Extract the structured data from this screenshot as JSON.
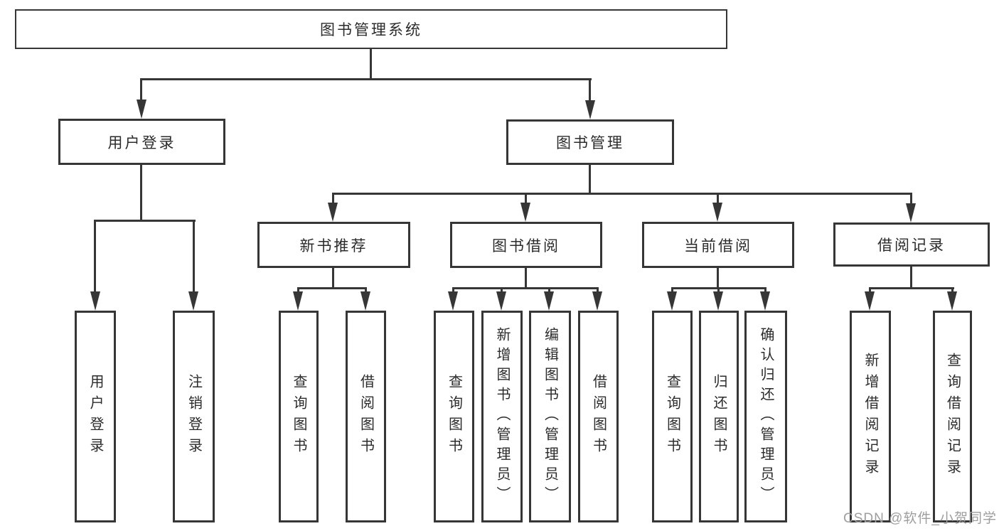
{
  "diagram": {
    "title": "图书管理系统",
    "watermark": "CSDN @软件_小贺同学",
    "colors": {
      "background": "#ffffff",
      "line": "#363636",
      "box_border": "#363636",
      "text": "#2b2b2b",
      "watermark": "#9e9e9e"
    },
    "nodes": {
      "root": {
        "label": "图书管理系统"
      },
      "user_login": {
        "label": "用户登录"
      },
      "book_mgmt": {
        "label": "图书管理"
      },
      "new_book_rec": {
        "label": "新书推荐"
      },
      "book_borrow": {
        "label": "图书借阅"
      },
      "current_borrow": {
        "label": "当前借阅"
      },
      "borrow_records": {
        "label": "借阅记录"
      },
      "leaf_user_login": {
        "label": "用户登录"
      },
      "leaf_logout": {
        "label": "注销登录"
      },
      "leaf_nb_query": {
        "label": "查询图书"
      },
      "leaf_nb_borrow": {
        "label": "借阅图书"
      },
      "leaf_bb_query": {
        "label": "查询图书"
      },
      "leaf_bb_add": {
        "label": "新增图书（管理员）"
      },
      "leaf_bb_edit": {
        "label": "编辑图书（管理员）"
      },
      "leaf_bb_borrow": {
        "label": "借阅图书"
      },
      "leaf_cb_query": {
        "label": "查询图书"
      },
      "leaf_cb_return": {
        "label": "归还图书"
      },
      "leaf_cb_confirm": {
        "label": "确认归还（管理员）"
      },
      "leaf_br_add": {
        "label": "新增借阅记录"
      },
      "leaf_br_query": {
        "label": "查询借阅记录"
      }
    },
    "hierarchy": {
      "图书管理系统": [
        "用户登录",
        "图书管理"
      ],
      "用户登录": [
        "用户登录",
        "注销登录"
      ],
      "图书管理": [
        "新书推荐",
        "图书借阅",
        "当前借阅",
        "借阅记录"
      ],
      "新书推荐": [
        "查询图书",
        "借阅图书"
      ],
      "图书借阅": [
        "查询图书",
        "新增图书（管理员）",
        "编辑图书（管理员）",
        "借阅图书"
      ],
      "当前借阅": [
        "查询图书",
        "归还图书",
        "确认归还（管理员）"
      ],
      "借阅记录": [
        "新增借阅记录",
        "查询借阅记录"
      ]
    }
  }
}
